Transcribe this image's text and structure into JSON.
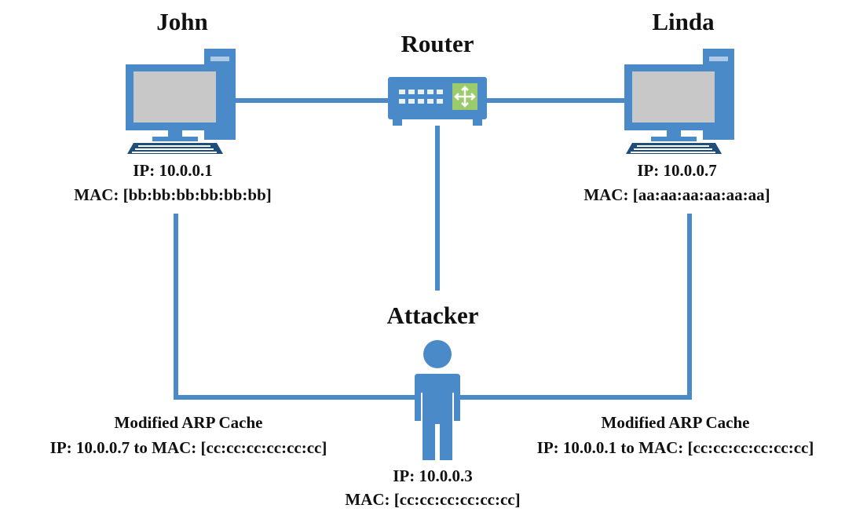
{
  "diagram": {
    "colors": {
      "primary": "#4A8AC9",
      "dark": "#1F4E7A",
      "screen": "#C8C8C8",
      "router_port": "#E8F0F8",
      "router_switch": "#9BCB6A"
    },
    "john": {
      "name": "John",
      "ip": "IP: 10.0.0.1",
      "mac": "MAC: [bb:bb:bb:bb:bb:bb]",
      "icon": "desktop-computer-icon"
    },
    "linda": {
      "name": "Linda",
      "ip": "IP: 10.0.0.7",
      "mac": "MAC: [aa:aa:aa:aa:aa:aa]",
      "icon": "desktop-computer-icon"
    },
    "router": {
      "name": "Router",
      "icon": "router-icon"
    },
    "attacker": {
      "name": "Attacker",
      "ip": "IP: 10.0.0.3",
      "mac": "MAC: [cc:cc:cc:cc:cc:cc]",
      "icon": "person-icon"
    },
    "left_cache": {
      "title": "Modified ARP Cache",
      "entry": "IP: 10.0.0.7 to MAC: [cc:cc:cc:cc:cc:cc]"
    },
    "right_cache": {
      "title": "Modified ARP Cache",
      "entry": "IP: 10.0.0.1 to MAC: [cc:cc:cc:cc:cc:cc]"
    }
  }
}
